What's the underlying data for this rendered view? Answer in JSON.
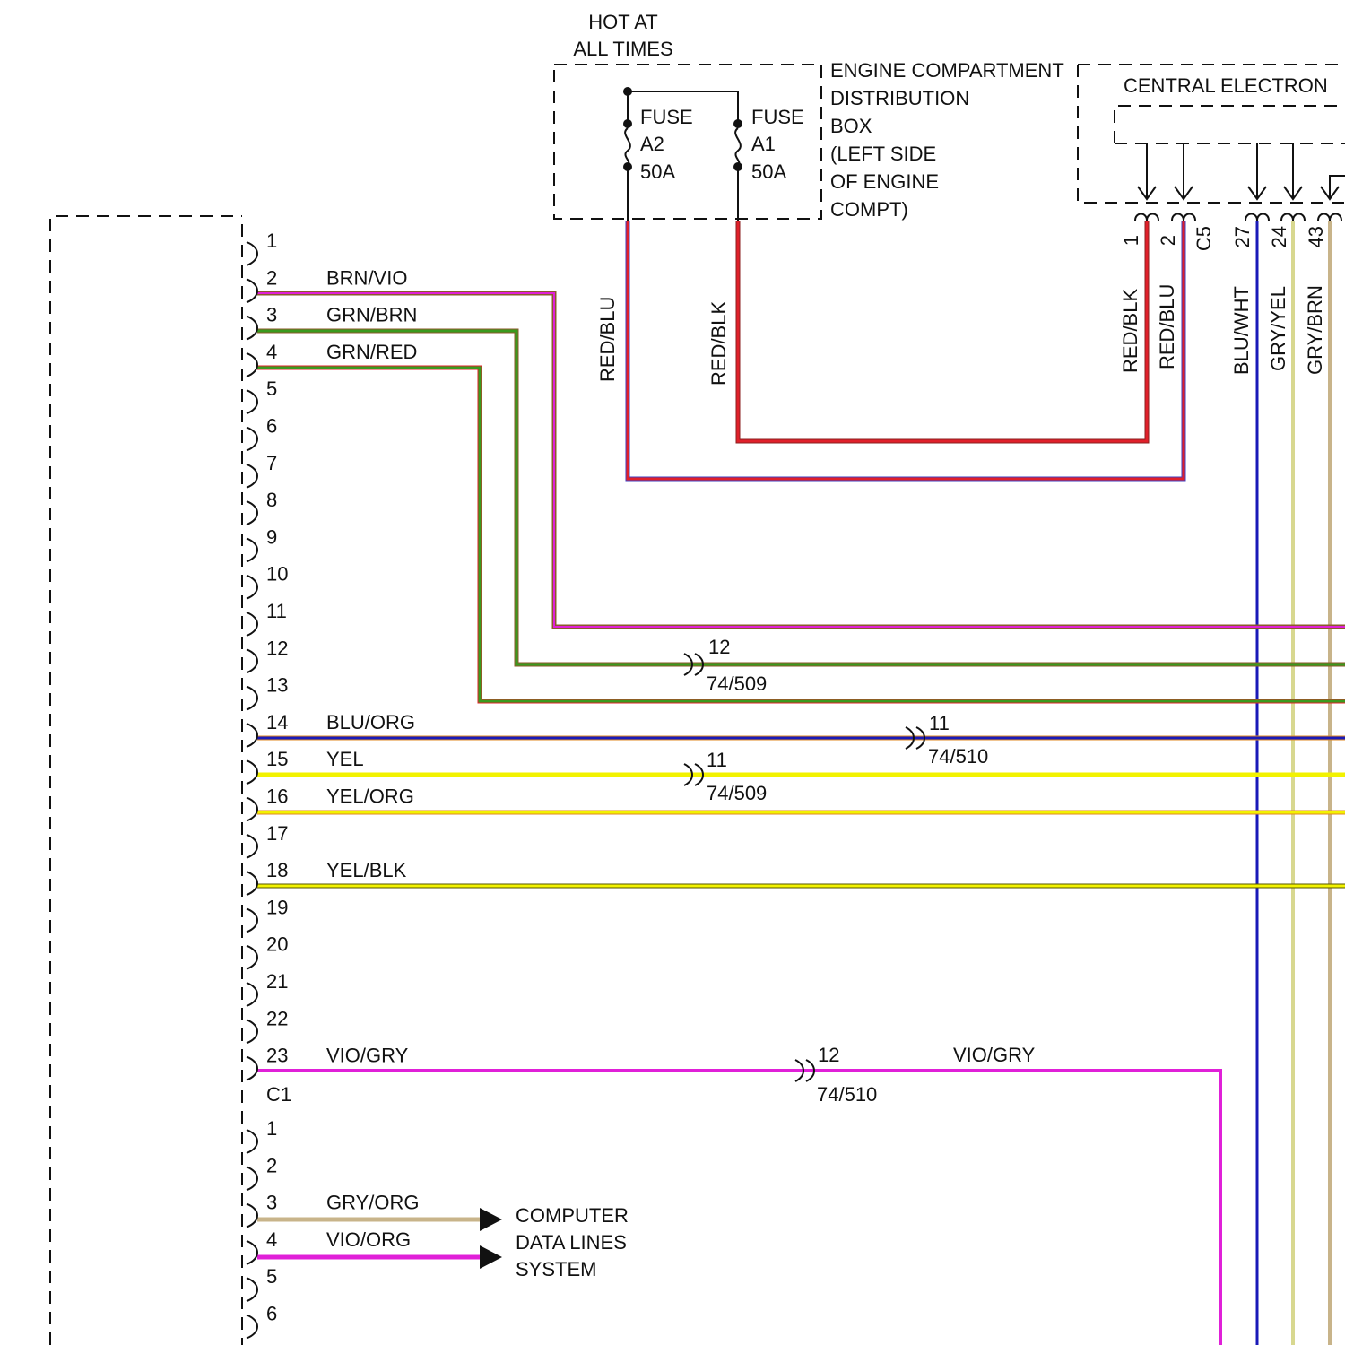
{
  "header": {
    "hot_line1": "HOT AT",
    "hot_line2": "ALL TIMES"
  },
  "engine_box": {
    "lines": [
      "ENGINE COMPARTMENT",
      "DISTRIBUTION",
      "BOX",
      "(LEFT SIDE",
      "OF ENGINE",
      "COMPT)"
    ],
    "fuse_a2": [
      "FUSE",
      "A2",
      "50A"
    ],
    "fuse_a1": [
      "FUSE",
      "A1",
      "50A"
    ]
  },
  "central_box": {
    "title": "CENTRAL ELECTRON"
  },
  "c5": {
    "connector": "C5",
    "pins": [
      "1",
      "2",
      "27",
      "24",
      "43"
    ]
  },
  "vertical_wires": [
    "RED/BLU",
    "RED/BLK",
    "RED/BLK",
    "RED/BLU",
    "BLU/WHT",
    "GRY/YEL",
    "GRY/BRN"
  ],
  "c1": {
    "connector": "C1",
    "pins": [
      "1",
      "2",
      "3",
      "4",
      "5",
      "6",
      "7",
      "8",
      "9",
      "10",
      "11",
      "12",
      "13",
      "14",
      "15",
      "16",
      "17",
      "18",
      "19",
      "20",
      "21",
      "22",
      "23"
    ],
    "wires": [
      {
        "pin": "2",
        "color": "BRN/VIO"
      },
      {
        "pin": "3",
        "color": "GRN/BRN"
      },
      {
        "pin": "4",
        "color": "GRN/RED"
      },
      {
        "pin": "14",
        "color": "BLU/ORG"
      },
      {
        "pin": "15",
        "color": "YEL"
      },
      {
        "pin": "16",
        "color": "YEL/ORG"
      },
      {
        "pin": "18",
        "color": "YEL/BLK"
      },
      {
        "pin": "23",
        "color": "VIO/GRY"
      }
    ]
  },
  "c2": {
    "pins": [
      "1",
      "2",
      "3",
      "4",
      "5",
      "6"
    ],
    "wires": [
      {
        "pin": "3",
        "color": "GRY/ORG"
      },
      {
        "pin": "4",
        "color": "VIO/ORG"
      }
    ]
  },
  "inline_connectors": [
    {
      "pin": "12",
      "ref": "74/509"
    },
    {
      "pin": "11",
      "ref": "74/510"
    },
    {
      "pin": "11",
      "ref": "74/509"
    },
    {
      "pin": "12",
      "ref": "74/510"
    }
  ],
  "vio_gry_right": "VIO/GRY",
  "destination": {
    "lines": [
      "COMPUTER",
      "DATA LINES",
      "SYSTEM"
    ]
  },
  "colors": {
    "red": "#e0202a",
    "green": "#3a9a1e",
    "brown": "#8b5a2b",
    "violet": "#e020d8",
    "blue": "#1a1ab8",
    "yellow": "#f2f200",
    "tan": "#c8b48a",
    "gray_yellow": "#d8d890",
    "orange": "#e08a20"
  }
}
